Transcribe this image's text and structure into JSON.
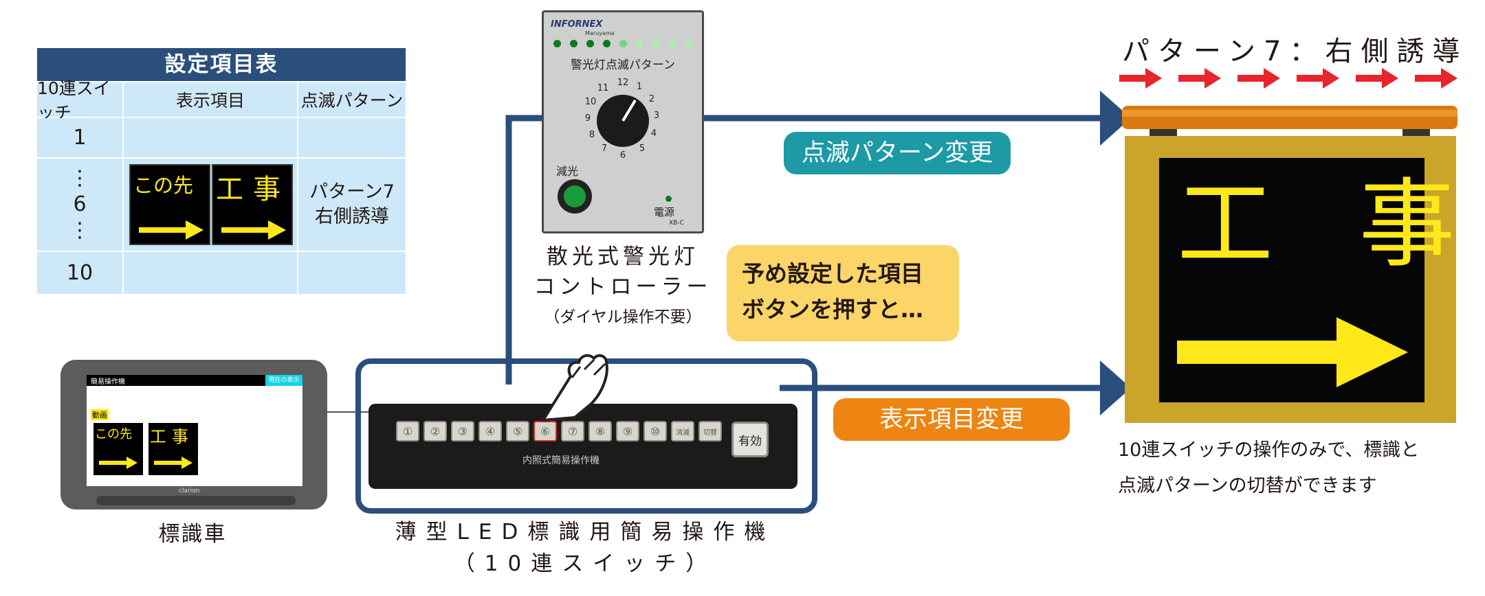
{
  "settings_table": {
    "title": "設定項目表",
    "headers": [
      "10連スイッチ",
      "表示項目",
      "点滅パターン"
    ],
    "rows": [
      {
        "switch": "1"
      },
      {
        "switch": "⋮"
      },
      {
        "switch": "6"
      },
      {
        "switch": "⋮"
      },
      {
        "switch": "10"
      }
    ],
    "display_item_sign_1": "この先",
    "display_item_sign_2": "工事",
    "pattern_line1": "パターン7",
    "pattern_line2": "右側誘導"
  },
  "controller": {
    "brand": "INFORNEX",
    "brand_sub": "Maruyama",
    "panel_title": "警光灯点滅パターン",
    "dial_numbers": [
      "12",
      "1",
      "2",
      "3",
      "4",
      "5",
      "6",
      "7",
      "8",
      "9",
      "10",
      "11"
    ],
    "dimmer_label": "減光",
    "power_label": "電源",
    "model": "XB-C",
    "caption_line1": "散光式警光灯",
    "caption_line2": "コントローラー",
    "caption_line3": "（ダイヤル操作不要）"
  },
  "callout": {
    "line1": "予め設定した項目",
    "line2": "ボタンを押すと…"
  },
  "flow": {
    "blink_change": "点滅パターン変更",
    "display_change": "表示項目変更"
  },
  "operator": {
    "keys": [
      "①",
      "②",
      "③",
      "④",
      "⑤",
      "⑥",
      "⑦",
      "⑧",
      "⑨",
      "⑩",
      "消滅",
      "切替"
    ],
    "enable_key": "有効",
    "device_label": "内照式簡易操作機",
    "caption_line1": "薄型LED標識用簡易操作機",
    "caption_line2": "（10連スイッチ）"
  },
  "car": {
    "screen_title": "簡易操作機",
    "screen_badge": "現在の表示",
    "screen_mode": "動画",
    "screen_sign_1": "この先",
    "screen_sign_2": "工事",
    "brand": "clarion",
    "caption": "標識車"
  },
  "led_sign": {
    "pattern_title": "パターン7：右側誘導",
    "text": "工 事",
    "description_line1": "10連スイッチの操作のみで、標識と",
    "description_line2": "点滅パターンの切替ができます"
  },
  "colors": {
    "navy": "#2a4f7c",
    "teal": "#1d9aa6",
    "orange": "#ee8412",
    "callout": "#fbd568",
    "sign_yellow": "#ffe81a",
    "red_arrow": "#e8242c"
  }
}
